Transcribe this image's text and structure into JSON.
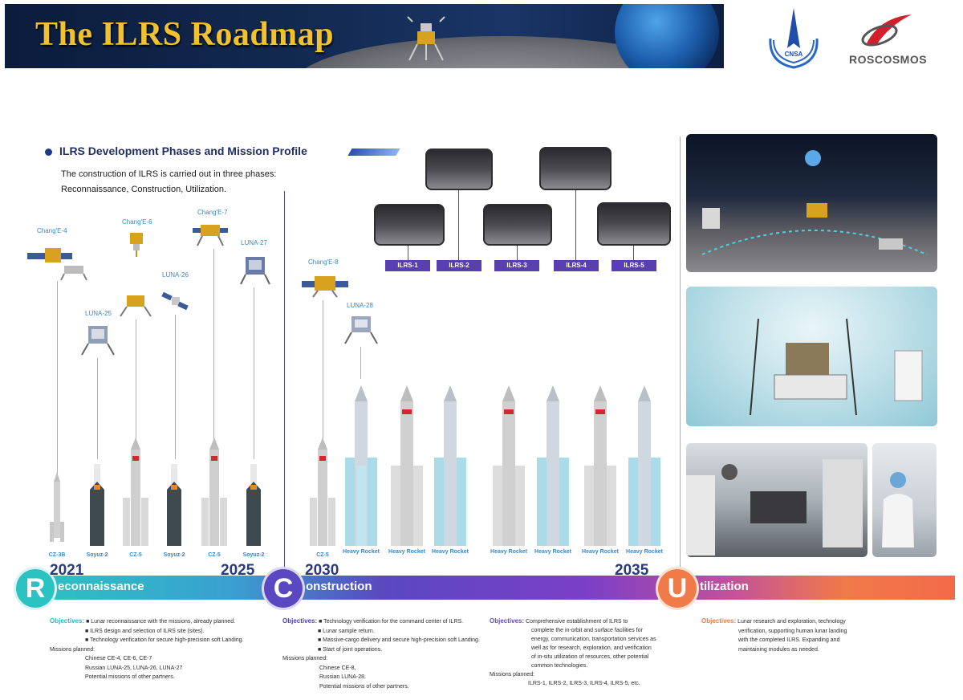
{
  "banner": {
    "title": "The ILRS Roadmap"
  },
  "logos": {
    "cnsa_text": "CNSA",
    "roscosmos_text": "ROSCOSMOS"
  },
  "section": {
    "title": "ILRS Development Phases and Mission Profile",
    "intro_line1": "The construction of ILRS is carried out in three phases:",
    "intro_line2": "Reconnaissance, Construction, Utilization."
  },
  "spacecraft": {
    "change4": "Chang'E-4",
    "change6": "Chang'E-6",
    "change7": "Chang'E-7",
    "change8": "Chang'E-8",
    "luna25": "LUNA-25",
    "luna26": "LUNA-26",
    "luna27": "LUNA-27",
    "luna28": "LUNA-28"
  },
  "rockets": [
    {
      "label": "CZ-3B"
    },
    {
      "label": "Soyuz-2"
    },
    {
      "label": "CZ-5"
    },
    {
      "label": "Soyuz-2"
    },
    {
      "label": "CZ-5"
    },
    {
      "label": "Soyuz-2"
    },
    {
      "label": "CZ-5"
    },
    {
      "label": "Heavy Rocket"
    },
    {
      "label": "Heavy Rocket"
    },
    {
      "label": "Heavy Rocket"
    },
    {
      "label": "Heavy Rocket"
    },
    {
      "label": "Heavy Rocket"
    },
    {
      "label": "Heavy Rocket"
    },
    {
      "label": "Heavy Rocket"
    }
  ],
  "stations": [
    "ILRS-1",
    "ILRS-2",
    "ILRS-3",
    "ILRS-4",
    "ILRS-5"
  ],
  "timeline": {
    "phases": [
      {
        "letter": "R",
        "name": "econnaissance",
        "color": "#2bc3c2"
      },
      {
        "letter": "C",
        "name": "onstruction",
        "color": "#5a48c0"
      },
      {
        "letter": "U",
        "name": "tilization",
        "color": "#f07a48"
      }
    ],
    "years": [
      "2021",
      "2025",
      "2030",
      "2035"
    ]
  },
  "objectives": {
    "recon": {
      "label": "Objectives:",
      "lines": [
        "■ Lunar  reconnaissance with the missions, already planned.",
        "■ ILRS design and selection of ILRS site (sites).",
        "■ Technology verification for secure high-precision soft Landing."
      ],
      "missions_label": "Missions planned:",
      "missions": [
        "Chinese CE-4, CE-6, CE-7",
        "Russian LUNA-25, LUNA-26, LUNA-27",
        "Potential missions of other partners."
      ]
    },
    "construction": {
      "label": "Objectives:",
      "lines": [
        "■ Technology verification for the command center of ILRS.",
        "■ Lunar sample return.",
        "■ Massive-cargo delivery and secure high-precision soft Landing.",
        "■ Start of joint operations."
      ],
      "missions_label": "Missions planned:",
      "missions": [
        "Chinese CE-8,",
        "Russian LUNA-28.",
        "Potential missions of other partners."
      ]
    },
    "comprehensive": {
      "label": "Objectives:",
      "lines": [
        "Comprehensive  establishment  of  ILRS  to",
        "complete the in-orbit and surface facilities for",
        "energy, communication, transportation services as",
        "well as for research, exploration, and verification",
        "of in-situ utilization of resources, other potential",
        "common technologies."
      ],
      "missions_label": "Missions planned:",
      "missions": [
        "ILRS-1, ILRS-2, ILRS-3, ILRS-4, ILRS-5, etc."
      ]
    },
    "utilization": {
      "label": "Objectives:",
      "lines": [
        "Lunar research and exploration, technology",
        "verification, supporting human lunar landing",
        "with the completed ILRS. Expanding and",
        "maintaining modules as needed."
      ]
    }
  }
}
